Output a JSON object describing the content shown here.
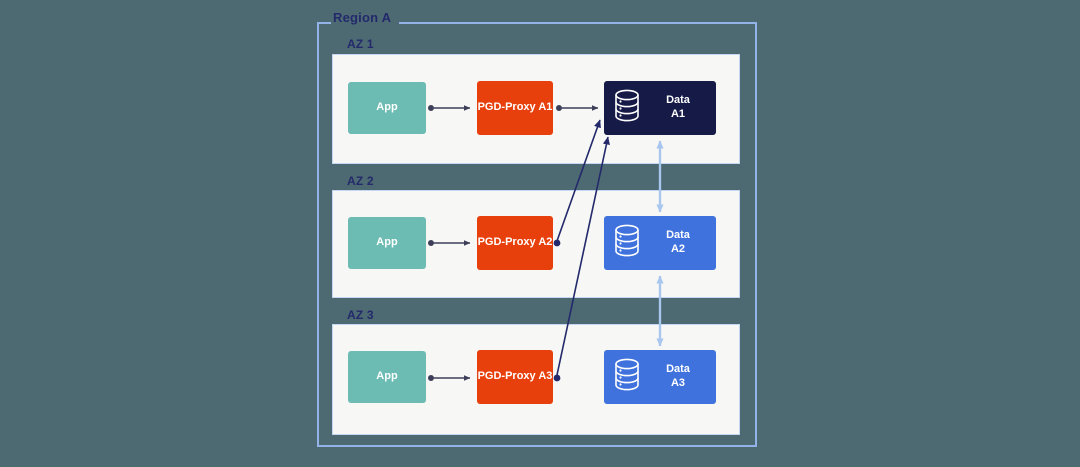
{
  "diagram": {
    "title": "Region A",
    "background_color": "#4d6a72",
    "region": {
      "label": "Region A",
      "border_color": "#93b3e8",
      "label_color": "#23296b"
    },
    "zones": [
      {
        "id": "az1",
        "label": "AZ 1",
        "panel_color": "#f7f7f5",
        "nodes": {
          "app": {
            "label": "App",
            "color": "#6cbcb3"
          },
          "proxy": {
            "label": "PGD-Proxy A1",
            "color": "#e8400c"
          },
          "data": {
            "label_line1": "Data",
            "label_line2": "A1",
            "color": "#151a46",
            "icon": "database-icon"
          }
        }
      },
      {
        "id": "az2",
        "label": "AZ 2",
        "panel_color": "#f7f7f5",
        "nodes": {
          "app": {
            "label": "App",
            "color": "#6cbcb3"
          },
          "proxy": {
            "label": "PGD-Proxy A2",
            "color": "#e8400c"
          },
          "data": {
            "label_line1": "Data",
            "label_line2": "A2",
            "color": "#3f72dc",
            "icon": "database-icon"
          }
        }
      },
      {
        "id": "az3",
        "label": "AZ 3",
        "panel_color": "#f7f7f5",
        "nodes": {
          "app": {
            "label": "App",
            "color": "#6cbcb3"
          },
          "proxy": {
            "label": "PGD-Proxy A3",
            "color": "#e8400c"
          },
          "data": {
            "label_line1": "Data",
            "label_line2": "A3",
            "color": "#3f72dc",
            "icon": "database-icon"
          }
        }
      }
    ],
    "connectors": {
      "app_to_proxy_color": "#3d3f59",
      "proxy_to_data_color": "#3d3f59",
      "cross_az_proxy_to_leader_color": "#23296b",
      "replication_color": "#a9c6ef"
    }
  }
}
